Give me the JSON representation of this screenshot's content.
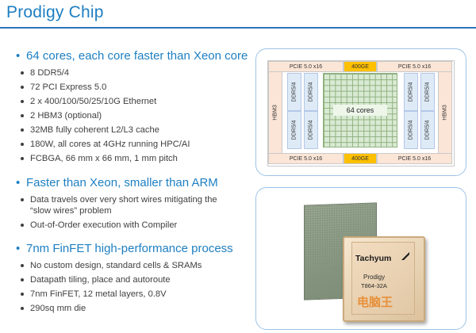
{
  "slide": {
    "title": "Prodigy Chip",
    "sections": [
      {
        "heading": "64 cores, each core faster than Xeon core",
        "items": [
          "8 DDR5/4",
          "72 PCI Express 5.0",
          "2 x 400/100/50/25/10G Ethernet",
          "2 HBM3 (optional)",
          "32MB fully coherent L2/L3 cache",
          "180W, all cores at 4GHz running HPC/AI",
          "FCBGA, 66 mm x 66 mm, 1 mm pitch"
        ]
      },
      {
        "heading": "Faster than Xeon, smaller than ARM",
        "items": [
          "Data travels over very short wires mitigating the “slow wires” problem",
          "Out-of-Order execution with Compiler"
        ]
      },
      {
        "heading": "7nm FinFET high-performance process",
        "items": [
          "No custom design, standard cells & SRAMs",
          "Datapath tiling, place and autoroute",
          "7nm FinFET, 12 metal layers, 0.8V",
          "290sq mm die"
        ]
      }
    ]
  },
  "diagram": {
    "pcie_label": "PCIE 5.0 x16",
    "ge_label": "400GE",
    "hbm_label": "HBM3",
    "ddr_label": "DDR5/4",
    "cores_label": "64 cores"
  },
  "photo": {
    "brand": "Tachyum",
    "model": "Prodigy",
    "part": "T864-32A",
    "watermark": "电脑王"
  },
  "colors": {
    "title": "#1e7fc2",
    "pcie": "#fbe5d6",
    "ge": "#ffc000",
    "ddr": "#deebf7",
    "cores": "#d9ead3",
    "panel_border": "#9dc3e6"
  }
}
